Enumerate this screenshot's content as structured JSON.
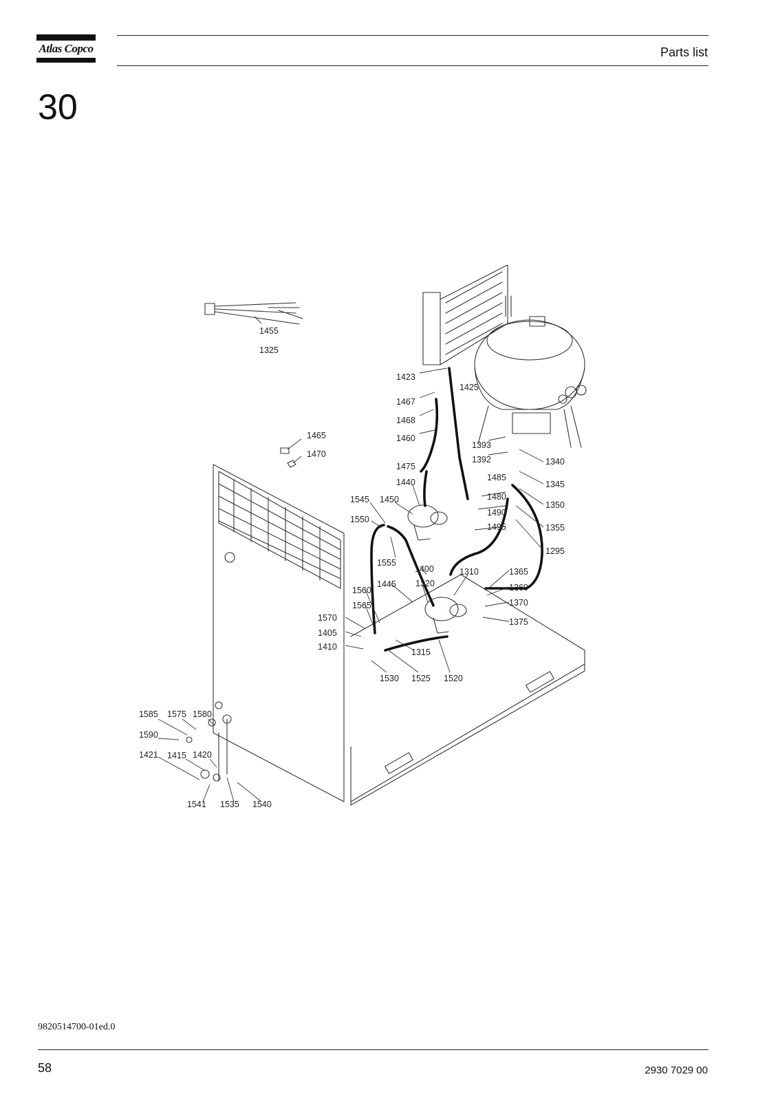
{
  "header": {
    "brand": "Atlas Copco",
    "title": "Parts list"
  },
  "section_number": "30",
  "diagram": {
    "callouts": [
      {
        "id": "c1455",
        "text": "1455"
      },
      {
        "id": "c1325",
        "text": "1325"
      },
      {
        "id": "c1423",
        "text": "1423"
      },
      {
        "id": "c1425",
        "text": "1425"
      },
      {
        "id": "c1467",
        "text": "1467"
      },
      {
        "id": "c1468",
        "text": "1468"
      },
      {
        "id": "c1465",
        "text": "1465"
      },
      {
        "id": "c1460",
        "text": "1460"
      },
      {
        "id": "c1470",
        "text": "1470"
      },
      {
        "id": "c1393",
        "text": "1393"
      },
      {
        "id": "c1392",
        "text": "1392"
      },
      {
        "id": "c1340",
        "text": "1340"
      },
      {
        "id": "c1475",
        "text": "1475"
      },
      {
        "id": "c1485",
        "text": "1485"
      },
      {
        "id": "c1345",
        "text": "1345"
      },
      {
        "id": "c1440",
        "text": "1440"
      },
      {
        "id": "c1545",
        "text": "1545"
      },
      {
        "id": "c1450",
        "text": "1450"
      },
      {
        "id": "c1480",
        "text": "1480"
      },
      {
        "id": "c1350",
        "text": "1350"
      },
      {
        "id": "c1550",
        "text": "1550"
      },
      {
        "id": "c1490",
        "text": "1490"
      },
      {
        "id": "c1495",
        "text": "1495"
      },
      {
        "id": "c1355",
        "text": "1355"
      },
      {
        "id": "c1295",
        "text": "1295"
      },
      {
        "id": "c1555",
        "text": "1555"
      },
      {
        "id": "c1400",
        "text": "1400"
      },
      {
        "id": "c1310",
        "text": "1310"
      },
      {
        "id": "c1365",
        "text": "1365"
      },
      {
        "id": "c1445",
        "text": "1445"
      },
      {
        "id": "c1320",
        "text": "1320"
      },
      {
        "id": "c1560",
        "text": "1560"
      },
      {
        "id": "c1360",
        "text": "1360"
      },
      {
        "id": "c1565",
        "text": "1565"
      },
      {
        "id": "c1370",
        "text": "1370"
      },
      {
        "id": "c1570",
        "text": "1570"
      },
      {
        "id": "c1375",
        "text": "1375"
      },
      {
        "id": "c1405",
        "text": "1405"
      },
      {
        "id": "c1410",
        "text": "1410"
      },
      {
        "id": "c1315",
        "text": "1315"
      },
      {
        "id": "c1530",
        "text": "1530"
      },
      {
        "id": "c1525",
        "text": "1525"
      },
      {
        "id": "c1520",
        "text": "1520"
      },
      {
        "id": "c1585",
        "text": "1585"
      },
      {
        "id": "c1575",
        "text": "1575"
      },
      {
        "id": "c1580",
        "text": "1580"
      },
      {
        "id": "c1590",
        "text": "1590"
      },
      {
        "id": "c1421",
        "text": "1421"
      },
      {
        "id": "c1415",
        "text": "1415"
      },
      {
        "id": "c1420",
        "text": "1420"
      },
      {
        "id": "c1541",
        "text": "1541"
      },
      {
        "id": "c1535",
        "text": "1535"
      },
      {
        "id": "c1540",
        "text": "1540"
      }
    ]
  },
  "footer": {
    "doc_id": "9820514700-01ed.0",
    "page_number": "58",
    "part_number": "2930 7029 00"
  }
}
